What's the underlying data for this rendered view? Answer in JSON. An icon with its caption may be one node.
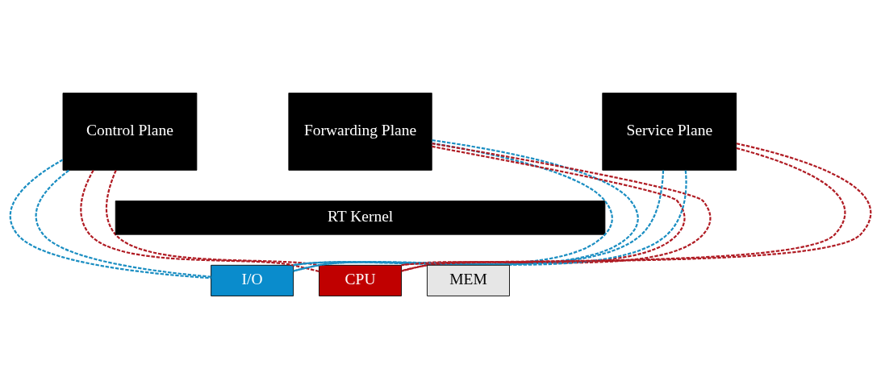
{
  "diagram": {
    "nodes": [
      {
        "text": [
          "Control Plane"
        ]
      },
      {
        "text": [
          "Forwarding Plane"
        ]
      },
      {
        "text": [
          "Service Plane"
        ]
      },
      {
        "text": [
          "RT Kernel"
        ]
      },
      {
        "text": [
          "I/O"
        ]
      },
      {
        "text": [
          "CPU"
        ]
      },
      {
        "text": [
          "MEM"
        ]
      }
    ],
    "edges": [
      {
        "from": 0,
        "to": 4,
        "arrow": "none",
        "style": "dashed",
        "color": "#1b8ec2"
      },
      {
        "from": 0,
        "to": 4,
        "arrow": "none",
        "style": "dashed",
        "color": "#1b8ec2"
      },
      {
        "from": 0,
        "to": 5,
        "arrow": "none",
        "style": "dashed",
        "color": "#b01c24"
      },
      {
        "from": 0,
        "to": 5,
        "arrow": "none",
        "style": "dashed",
        "color": "#b01c24"
      },
      {
        "from": 1,
        "to": 4,
        "arrow": "none",
        "style": "dashed",
        "color": "#1b8ec2"
      },
      {
        "from": 1,
        "to": 4,
        "arrow": "none",
        "style": "dashed",
        "color": "#1b8ec2"
      },
      {
        "from": 1,
        "to": 5,
        "arrow": "none",
        "style": "dashed",
        "color": "#b01c24"
      },
      {
        "from": 1,
        "to": 5,
        "arrow": "none",
        "style": "dashed",
        "color": "#b01c24"
      },
      {
        "from": 2,
        "to": 4,
        "arrow": "none",
        "style": "dashed",
        "color": "#1b8ec2"
      },
      {
        "from": 2,
        "to": 4,
        "arrow": "none",
        "style": "dashed",
        "color": "#1b8ec2"
      },
      {
        "from": 2,
        "to": 5,
        "arrow": "none",
        "style": "dashed",
        "color": "#b01c24"
      },
      {
        "from": 2,
        "to": 5,
        "arrow": "none",
        "style": "dashed",
        "color": "#b01c24"
      }
    ]
  }
}
